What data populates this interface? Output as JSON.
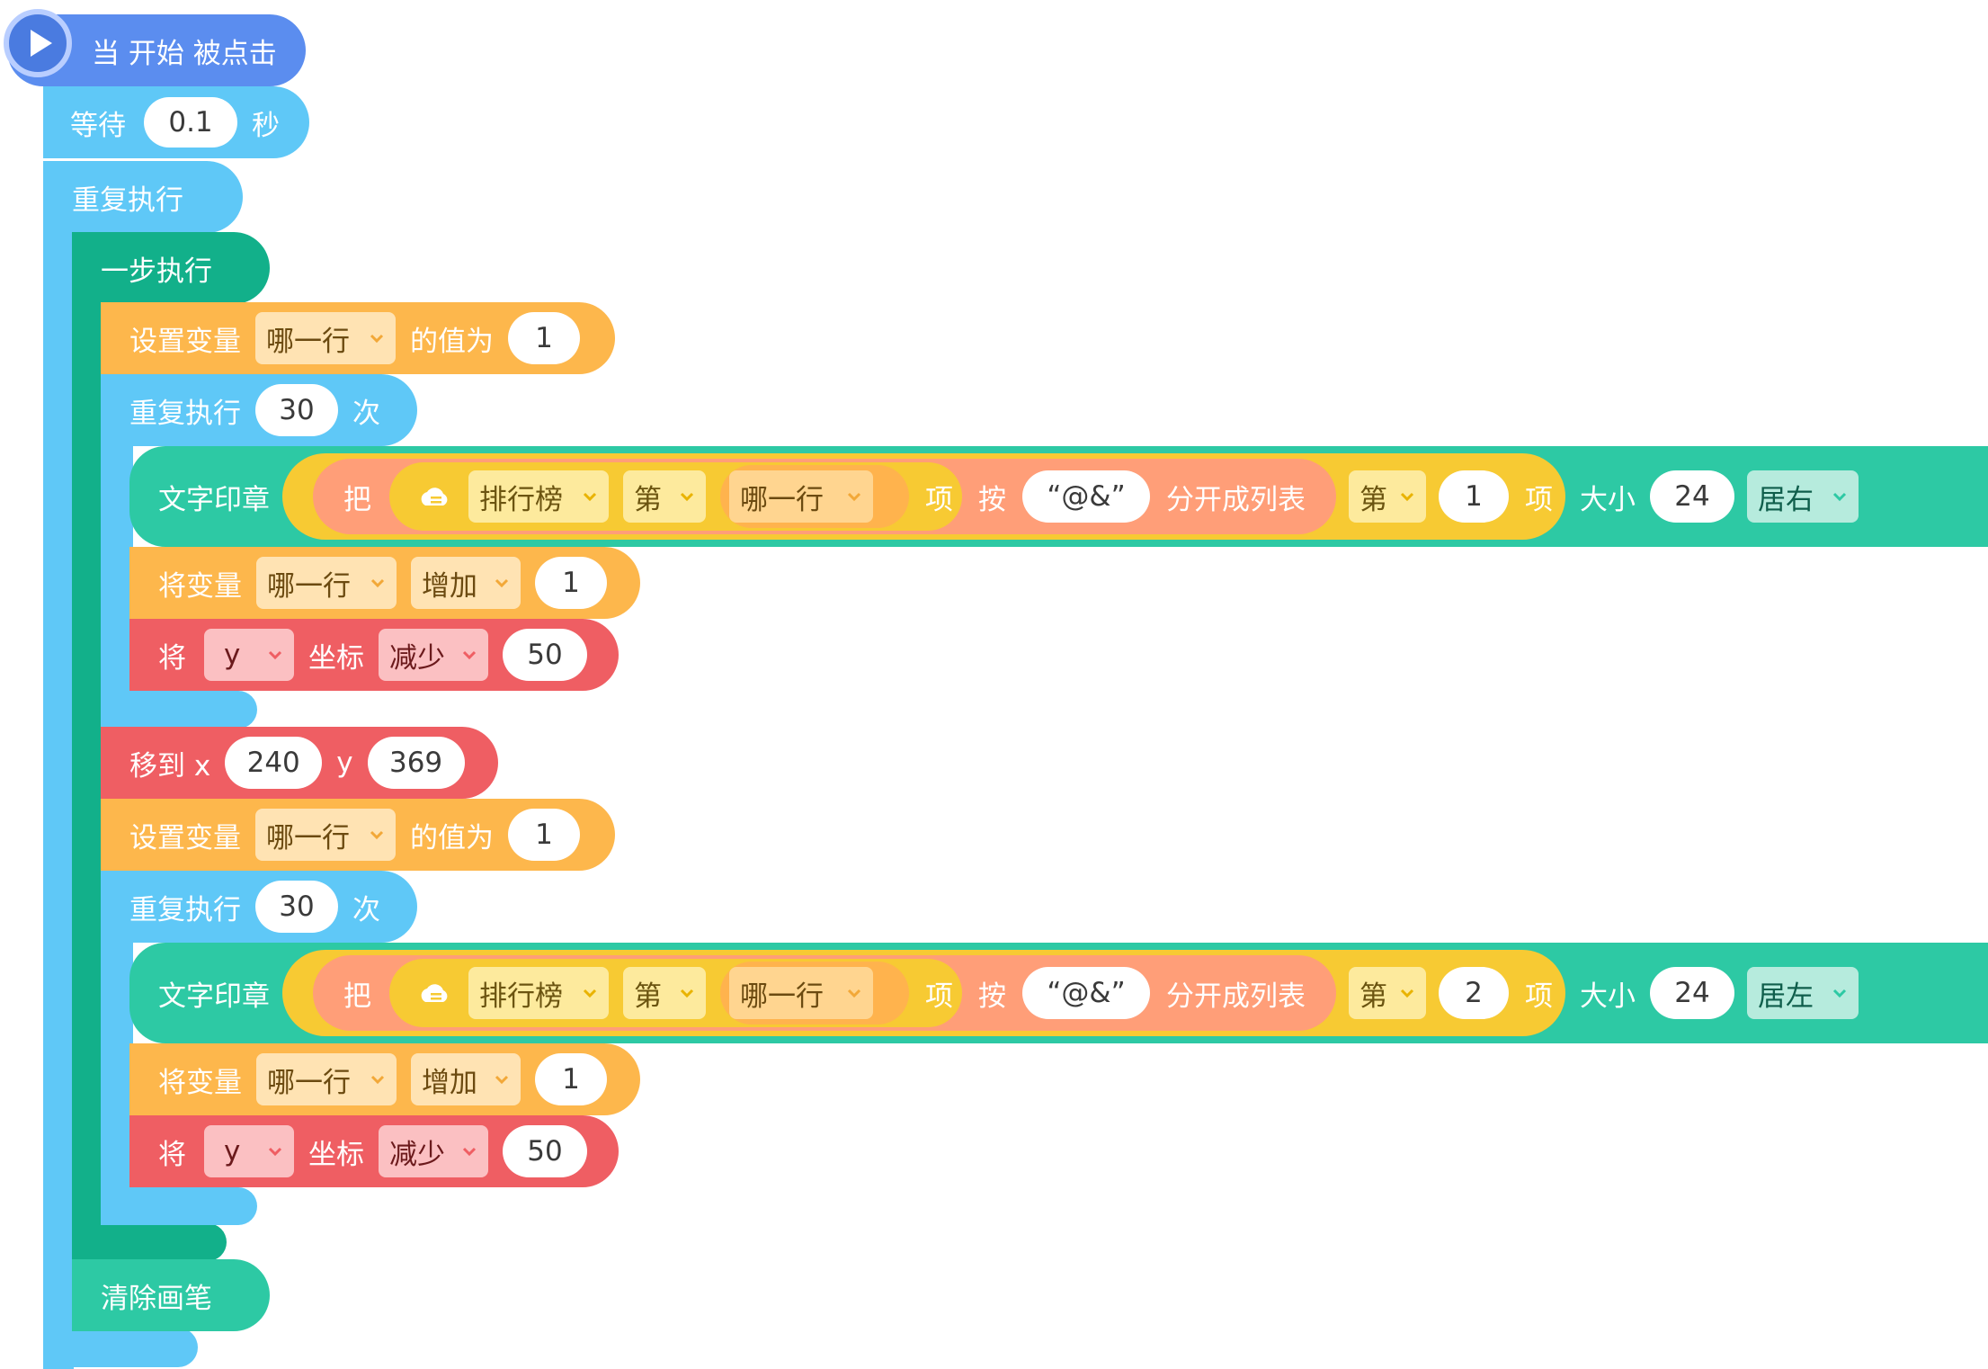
{
  "hat": {
    "label": "当 开始 被点击",
    "icon": "play-icon"
  },
  "wait": {
    "label": "等待",
    "value": "0.1",
    "unit": "秒"
  },
  "forever": {
    "label": "重复执行"
  },
  "step": {
    "label": "一步执行"
  },
  "sections": [
    {
      "setvar": {
        "label": "设置变量",
        "var": "哪一行",
        "mid": "的值为",
        "value": "1"
      },
      "repeat": {
        "label": "重复执行",
        "times": "30",
        "unit": "次"
      },
      "stamp": {
        "label": "文字印章",
        "ba": "把",
        "icon": "cloud-list-icon",
        "list": "排行榜",
        "di": "第",
        "idx_var": "哪一行",
        "xiang": "项",
        "an": "按",
        "sep": "“@&”",
        "split": "分开成列表",
        "di2": "第",
        "index": "1",
        "xiang2": "项",
        "size_label": "大小",
        "size": "24",
        "align": "居右"
      },
      "incr": {
        "label": "将变量",
        "var": "哪一行",
        "op": "增加",
        "value": "1"
      },
      "coord": {
        "label": "将",
        "axis": "y",
        "mid": "坐标",
        "op": "减少",
        "value": "50"
      }
    },
    {
      "setvar": {
        "label": "设置变量",
        "var": "哪一行",
        "mid": "的值为",
        "value": "1"
      },
      "repeat": {
        "label": "重复执行",
        "times": "30",
        "unit": "次"
      },
      "stamp": {
        "label": "文字印章",
        "ba": "把",
        "icon": "cloud-list-icon",
        "list": "排行榜",
        "di": "第",
        "idx_var": "哪一行",
        "xiang": "项",
        "an": "按",
        "sep": "“@&”",
        "split": "分开成列表",
        "di2": "第",
        "index": "2",
        "xiang2": "项",
        "size_label": "大小",
        "size": "24",
        "align": "居左"
      },
      "incr": {
        "label": "将变量",
        "var": "哪一行",
        "op": "增加",
        "value": "1"
      },
      "coord": {
        "label": "将",
        "axis": "y",
        "mid": "坐标",
        "op": "减少",
        "value": "50"
      }
    }
  ],
  "move": {
    "label": "移到 x",
    "x": "240",
    "ylabel": "y",
    "y": "369"
  },
  "clear": {
    "label": "清除画笔"
  },
  "colors": {
    "events": "#5b8def",
    "control": "#5fc8f7",
    "step": "#12b08a",
    "variables": "#fdb74c",
    "stamp": "#2dc9a4",
    "list_outer": "#f7ca33",
    "list_inner": "#ff9e78",
    "motion": "#ef5e63"
  }
}
